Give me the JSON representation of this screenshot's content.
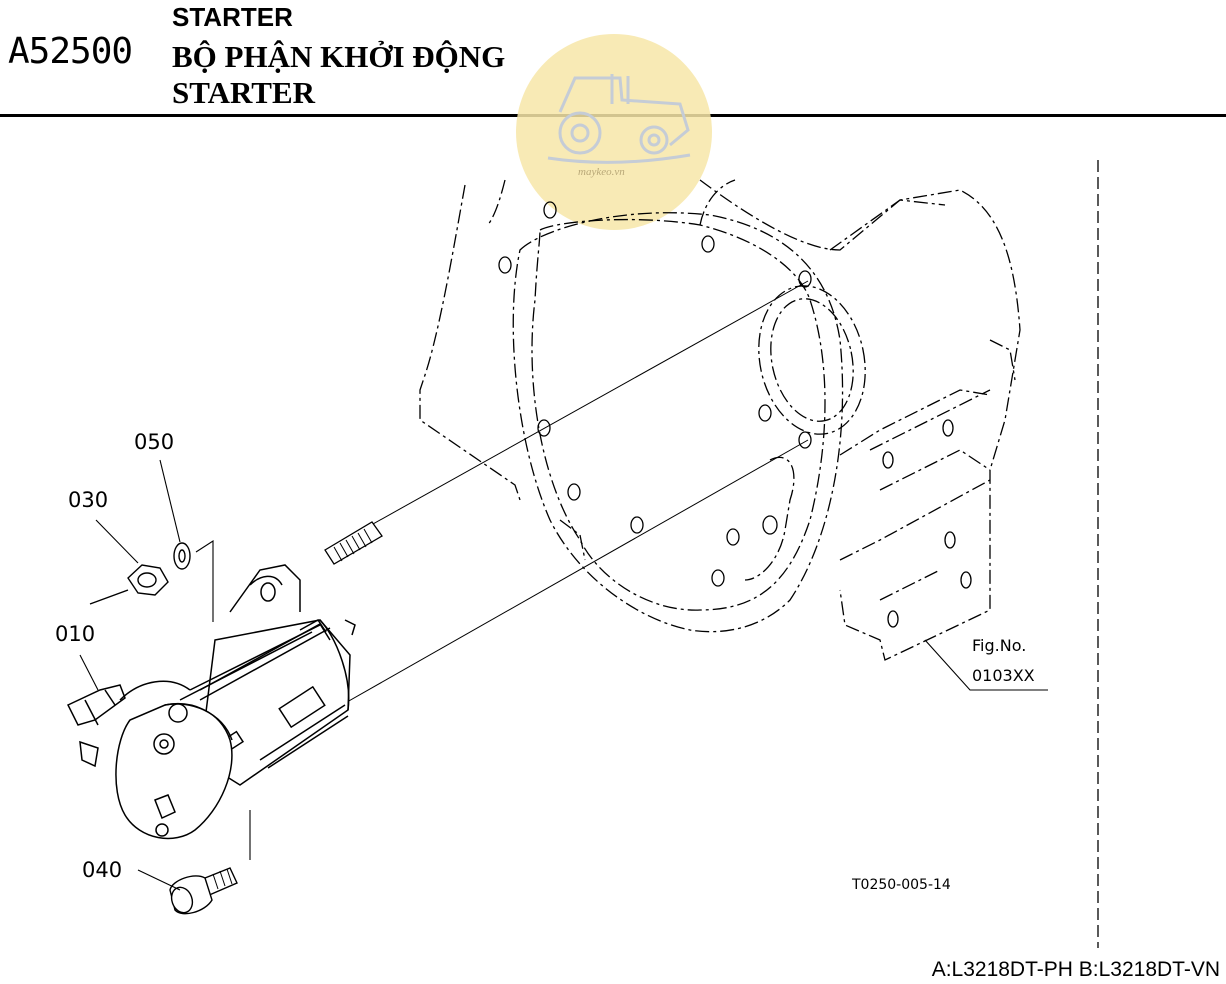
{
  "header": {
    "code": "A52500",
    "title_en": "STARTER",
    "title_vn": "BỘ PHẬN KHỞI ĐỘNG",
    "title_en_2": "STARTER"
  },
  "parts": [
    {
      "ref": "010"
    },
    {
      "ref": "030"
    },
    {
      "ref": "040"
    },
    {
      "ref": "050"
    }
  ],
  "figure": {
    "fig_label": "Fig.No.",
    "fig_no": "0103XX",
    "drawing_no": "T0250-005-14"
  },
  "models": "A:L3218DT-PH B:L3218DT-VN",
  "watermark": {
    "text": "maykeo.vn",
    "color": "#f7e6a8"
  }
}
